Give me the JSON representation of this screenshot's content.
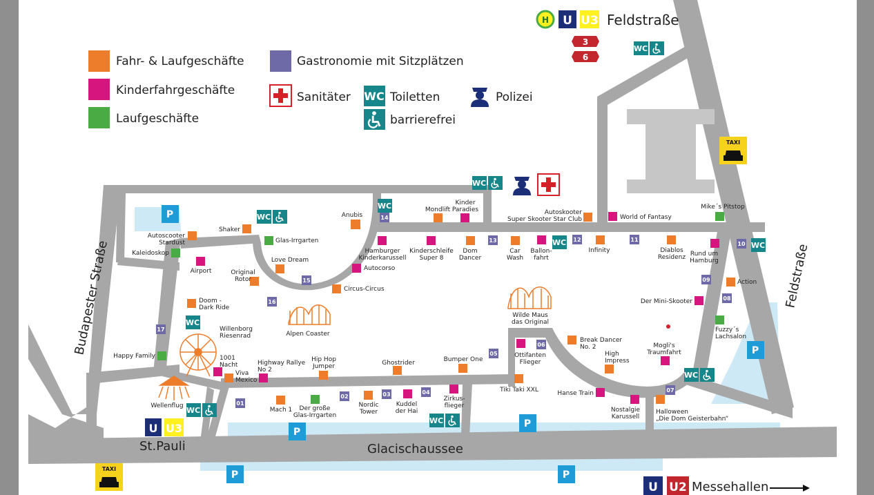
{
  "colors": {
    "fahr": "#ee7d2b",
    "kinder": "#d6167e",
    "lauf": "#4aab45",
    "gastro": "#6e6aa8",
    "wc": "#16868a",
    "parking": "#1f9bd7",
    "road": "#a7a7a7",
    "water": "#cde9f5",
    "sanitaeter": "#d62027",
    "ubahn_blue": "#1d2e78",
    "u3_yellow": "#fff01f",
    "u2_red": "#c4262e",
    "taxi_yellow": "#f7d21c",
    "police": "#1d2e78"
  },
  "legend": {
    "fahr": "Fahr- & Laufgeschäfte",
    "kinder": "Kinderfahrgeschäfte",
    "lauf": "Laufgeschäfte",
    "gastro": "Gastronomie mit Sitzplätzen",
    "sanitaeter": "Sanitäter",
    "toiletten": "Toiletten",
    "barrierefrei": "barrierefrei",
    "polizei": "Polizei",
    "wc_glyph": "WC"
  },
  "streets": {
    "feldstrasse_top": "Feldstraße",
    "feldstrasse_side": "Feldstraße",
    "budapester": "Budapester Straße",
    "glacischaussee": "Glacischaussee",
    "stpauli": "St.Pauli",
    "messehallen": "Messehallen"
  },
  "transit": {
    "u": "U",
    "u3": "U3",
    "u2": "U2",
    "h": "H",
    "bus_3": "3",
    "bus_6": "6",
    "taxi": "TAXI",
    "parking": "P"
  },
  "attractions": [
    {
      "name": "Anubis",
      "cat": "fahr"
    },
    {
      "name": "Mondlift",
      "cat": "fahr"
    },
    {
      "name": "Kinder Paradies",
      "cat": "kinder"
    },
    {
      "name": "Autoskooter Super Skooter Star Club",
      "cat": "fahr"
    },
    {
      "name": "World of Fantasy",
      "cat": "kinder"
    },
    {
      "name": "Mike´s Pitstop",
      "cat": "lauf"
    },
    {
      "name": "Shaker",
      "cat": "fahr"
    },
    {
      "name": "Autoscooter Stardust",
      "cat": "fahr"
    },
    {
      "name": "Glas-Irrgarten",
      "cat": "lauf"
    },
    {
      "name": "Kaleidoskop",
      "cat": "lauf"
    },
    {
      "name": "Airport",
      "cat": "kinder"
    },
    {
      "name": "Love Dream",
      "cat": "fahr"
    },
    {
      "name": "Original Rotor",
      "cat": "fahr"
    },
    {
      "name": "Hamburger Kinderkarussell",
      "cat": "kinder"
    },
    {
      "name": "Kinderschleife Super 8",
      "cat": "kinder"
    },
    {
      "name": "Dom Dancer",
      "cat": "fahr"
    },
    {
      "name": "Car Wash",
      "cat": "fahr"
    },
    {
      "name": "Ballon-fahrt",
      "cat": "kinder"
    },
    {
      "name": "Infinity",
      "cat": "fahr"
    },
    {
      "name": "Diablos Residenz",
      "cat": "fahr"
    },
    {
      "name": "Rund um Hamburg",
      "cat": "kinder"
    },
    {
      "name": "Autocorso",
      "cat": "kinder"
    },
    {
      "name": "Circus-Circus",
      "cat": "fahr"
    },
    {
      "name": "Action",
      "cat": "fahr"
    },
    {
      "name": "Der Mini-Skooter",
      "cat": "kinder"
    },
    {
      "name": "Fuzzy´s Lachsalon",
      "cat": "lauf"
    },
    {
      "name": "Doom - Dark Ride",
      "cat": "fahr"
    },
    {
      "name": "Alpen Coaster",
      "cat": "fahr"
    },
    {
      "name": "Wilde Maus das Original",
      "cat": "fahr"
    },
    {
      "name": "Willenborg Riesenrad",
      "cat": "fahr"
    },
    {
      "name": "Happy Family",
      "cat": "lauf"
    },
    {
      "name": "1001 Nacht",
      "cat": "kinder"
    },
    {
      "name": "Viva Mexico",
      "cat": "fahr"
    },
    {
      "name": "Highway Rallye No 2",
      "cat": "kinder"
    },
    {
      "name": "Hip Hop Jumper",
      "cat": "fahr"
    },
    {
      "name": "Ghostrider",
      "cat": "fahr"
    },
    {
      "name": "Bumper One",
      "cat": "fahr"
    },
    {
      "name": "Ottifanten Flieger",
      "cat": "kinder"
    },
    {
      "name": "Break Dancer No. 2",
      "cat": "fahr"
    },
    {
      "name": "High Impress",
      "cat": "fahr"
    },
    {
      "name": "Mogli's Traumfahrt",
      "cat": "kinder"
    },
    {
      "name": "Tiki Taki XXL",
      "cat": "fahr"
    },
    {
      "name": "Hanse Train",
      "cat": "kinder"
    },
    {
      "name": "Nostalgie Karussell",
      "cat": "kinder"
    },
    {
      "name": "Halloween „Die Dom Geisterbahn“",
      "cat": "fahr"
    },
    {
      "name": "Wellenflug",
      "cat": "fahr"
    },
    {
      "name": "Mach 1",
      "cat": "fahr"
    },
    {
      "name": "Der große Glas-Irrgarten",
      "cat": "lauf"
    },
    {
      "name": "Nordic Tower",
      "cat": "fahr"
    },
    {
      "name": "Kuddel der Hai",
      "cat": "kinder"
    },
    {
      "name": "Zirkus-flieger",
      "cat": "kinder"
    }
  ],
  "gastro_numbers": [
    "01",
    "02",
    "03",
    "04",
    "05",
    "06",
    "07",
    "08",
    "09",
    "10",
    "11",
    "12",
    "13",
    "14",
    "15",
    "16",
    "17"
  ]
}
